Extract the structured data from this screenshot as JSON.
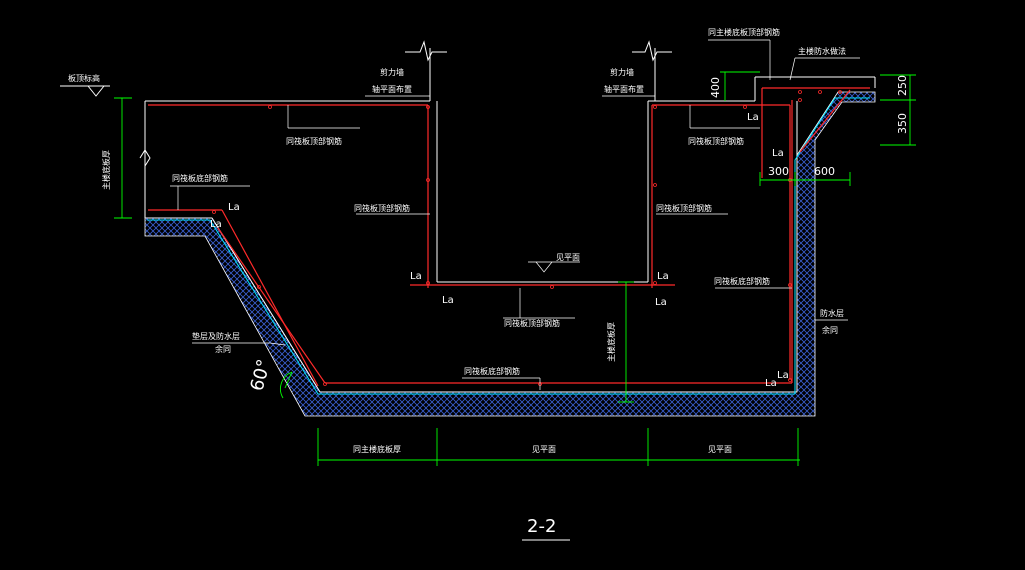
{
  "title": "2-2",
  "colors": {
    "background": "#000000",
    "wall_outline": "#ffffff",
    "rebar": "#ff2a2a",
    "waterproof": "#00e5ff",
    "hatch": "#3a5fd0",
    "dimension": "#00ff00",
    "text": "#ffffff"
  },
  "labels": {
    "top_left_level": "板顶标高",
    "main_beam_left": "主楼底板厚",
    "left_sill": "同筏板底部钢筋",
    "shear_wall_left_1": "剪力墙",
    "shear_wall_left_2": "轴平面布置",
    "shear_wall_right_1": "剪力墙",
    "shear_wall_right_2": "轴平面布置",
    "top_bar_left": "同筏板顶部钢筋",
    "mid_bar_left": "同筏板顶部钢筋",
    "mid_bar_right": "同筏板顶部钢筋",
    "top_bar_right": "同筏板顶部钢筋",
    "see_plan_mid": "见平面",
    "pit_bar": "同筏板顶部钢筋",
    "wall_bar_right": "同筏板底部钢筋",
    "bottom_bar": "同筏板底部钢筋",
    "cushion_1": "垫层及防水层",
    "cushion_2": "余同",
    "insulation_1": "防水层",
    "insulation_2": "余同",
    "main_beam_depth": "主楼底板厚",
    "top_right_1": "同主楼底板顶部钢筋",
    "top_right_2": "主楼防水做法",
    "angle": "60°"
  },
  "la_marks": [
    "La",
    "La",
    "La",
    "La",
    "La",
    "La",
    "La",
    "La",
    "La",
    "La"
  ],
  "dimensions": {
    "d400": "400",
    "d250": "250",
    "d350": "350",
    "d300": "300",
    "d600": "600",
    "bottom_1": "同主楼底板厚",
    "bottom_2": "见平面",
    "bottom_3": "见平面"
  }
}
